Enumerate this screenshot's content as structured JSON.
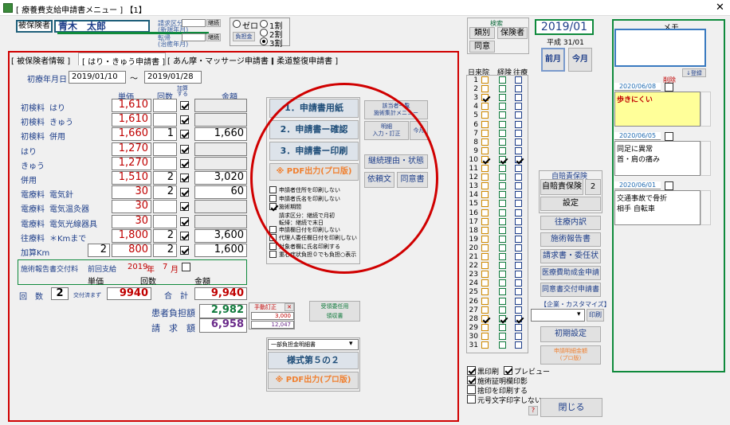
{
  "window": {
    "title": "[ 療養費支給申請書メニュー ]  【1】"
  },
  "header": {
    "insured_label": "被保険者",
    "insured_name": "青木　太郎",
    "billing_label": "請求区分",
    "billing_sub": "(新規年月)",
    "transfer_label": "転帰",
    "transfer_sub": "(治癒年月)",
    "keizoku1": "継続",
    "keizoku2": "継続",
    "ratio_options": [
      "ゼロ",
      "1割",
      "2割",
      "3割"
    ],
    "ratio_selected": "3割",
    "burden_btn": "負担金"
  },
  "search": {
    "title": "検索",
    "type_btn": "類別",
    "insured_btn": "保険者",
    "agree_btn": "同意"
  },
  "period": {
    "month": "2019/01",
    "heisei": "平成 31/01",
    "prev": "前月",
    "current": "今月"
  },
  "memo": {
    "title": "メモ",
    "register_btn": "↓登録",
    "delete_label": "削除",
    "entries": [
      {
        "date": "2020/06/08",
        "text": "歩きにくい",
        "highlight": true
      },
      {
        "date": "2020/06/05",
        "text": "同足に異常\n首・肩の痛み",
        "highlight": false
      },
      {
        "date": "2020/06/01",
        "text": "交通事故で骨折\n相手 自転車",
        "highlight": false
      }
    ]
  },
  "tabs": [
    {
      "label": "[ 被保険者情報 ]",
      "active": false
    },
    {
      "label": "[ はり・きゅう申請書 ]",
      "active": true
    },
    {
      "label": "[ あん摩・マッサージ申請書 ]",
      "active": false
    },
    {
      "label": "[ 柔道整復申請書 ]",
      "active": false
    }
  ],
  "form": {
    "first_date_label": "初療年月日",
    "first_date": "2019/01/10",
    "tilde": "〜",
    "end_date": "2019/01/28",
    "col_price": "単価",
    "col_count": "回数",
    "col_add": "加算する",
    "col_amount": "金額",
    "rows": [
      {
        "cat": "初検料",
        "name": "はり",
        "price": "1,610",
        "count": "",
        "checked": true,
        "amount": ""
      },
      {
        "cat": "初検料",
        "name": "きゅう",
        "price": "1,610",
        "count": "",
        "checked": true,
        "amount": ""
      },
      {
        "cat": "初検料",
        "name": "併用",
        "price": "1,660",
        "count": "1",
        "checked": true,
        "amount": "1,660"
      },
      {
        "cat": "はり",
        "name": "",
        "price": "1,270",
        "count": "",
        "checked": true,
        "amount": ""
      },
      {
        "cat": "きゅう",
        "name": "",
        "price": "1,270",
        "count": "",
        "checked": true,
        "amount": ""
      },
      {
        "cat": "併用",
        "name": "",
        "price": "1,510",
        "count": "2",
        "checked": true,
        "amount": "3,020"
      },
      {
        "cat": "電療料",
        "name": "電気針",
        "price": "30",
        "count": "2",
        "checked": true,
        "amount": "60"
      },
      {
        "cat": "電療料",
        "name": "電気温灸器",
        "price": "30",
        "count": "",
        "checked": true,
        "amount": ""
      },
      {
        "cat": "電療料",
        "name": "電気光線器具",
        "price": "30",
        "count": "",
        "checked": true,
        "amount": ""
      },
      {
        "cat": "往療料",
        "name": "＊Kmまで",
        "price": "1,800",
        "count": "2",
        "checked": true,
        "amount": "3,600"
      },
      {
        "cat": "加算Km",
        "name": "",
        "km": "2",
        "price": "800",
        "count": "2",
        "checked": true,
        "amount": "1,600"
      }
    ],
    "report": {
      "label": "施術報告書交付料",
      "prev_label": "前回支給",
      "year": "2019",
      "year_unit": "年",
      "month": "7",
      "month_unit": "月",
      "col_price": "単価",
      "col_count": "回数",
      "col_amount": "金額"
    },
    "total": {
      "count_label": "回　数",
      "count": "2",
      "note": "交付済まず",
      "subtotal": "9940",
      "total_label": "合　計",
      "total": "9,940"
    },
    "burden": {
      "patient_label": "患者負担額",
      "patient": "2,982",
      "billing_label": "請　求　額",
      "billing": "6,958",
      "manual_label": "手動訂正",
      "manual1": "3,000",
      "manual2": "12,047"
    },
    "receipt_btn": "受領委任用\n領収書"
  },
  "print": {
    "btn1": "1．申請書用紙",
    "btn2": "2．申請書ー確認",
    "btn3": "3．申請書ー印刷",
    "pdf_btn": "※ PDF出力(プロ版)",
    "options": [
      {
        "label": "申請者住所を印刷しない",
        "checked": false
      },
      {
        "label": "申請者氏名を印刷しない",
        "checked": false
      },
      {
        "label": "施術期間",
        "checked": true
      },
      {
        "label": "請求区分：継続で月初",
        "checked": null
      },
      {
        "label": "転帰：継続で末日",
        "checked": null
      },
      {
        "label": "申請欄日付を印刷しない",
        "checked": false
      },
      {
        "label": "代理人委任欄日付を印刷しない",
        "checked": false
      },
      {
        "label": "対象者欄に氏名印刷する",
        "checked": false
      },
      {
        "label": "重心症状負担０でも負担○表示",
        "checked": false
      }
    ],
    "ledger_btn": "該当者一覧\n施術集計メニュー",
    "detail_btn": "明細\n入力・訂正",
    "today_btn": "今月",
    "continue_btn": "継続理由・状態",
    "request_btn": "依頼文",
    "agree_btn": "同意書",
    "dropdown": "一部負担金明細書",
    "form52_btn": "様式第５の２",
    "pdf2_btn": "※ PDF出力(プロ版)"
  },
  "calendar": {
    "h_day": "日",
    "h_visit": "来院",
    "h_bill": "経険",
    "h_go": "往療",
    "days": [
      {
        "d": "1",
        "v": false,
        "b": false,
        "g": false
      },
      {
        "d": "2",
        "v": false,
        "b": false,
        "g": false
      },
      {
        "d": "3",
        "v": true,
        "b": false,
        "g": false
      },
      {
        "d": "4",
        "v": false,
        "b": false,
        "g": false
      },
      {
        "d": "5",
        "v": false,
        "b": false,
        "g": false
      },
      {
        "d": "6",
        "v": false,
        "b": false,
        "g": false
      },
      {
        "d": "7",
        "v": false,
        "b": false,
        "g": false
      },
      {
        "d": "8",
        "v": false,
        "b": false,
        "g": false
      },
      {
        "d": "9",
        "v": false,
        "b": false,
        "g": false
      },
      {
        "d": "10",
        "v": true,
        "b": true,
        "g": true
      },
      {
        "d": "11",
        "v": false,
        "b": false,
        "g": false
      },
      {
        "d": "12",
        "v": false,
        "b": false,
        "g": false
      },
      {
        "d": "13",
        "v": false,
        "b": false,
        "g": false
      },
      {
        "d": "14",
        "v": false,
        "b": false,
        "g": false
      },
      {
        "d": "15",
        "v": false,
        "b": false,
        "g": false
      },
      {
        "d": "16",
        "v": false,
        "b": false,
        "g": false
      },
      {
        "d": "17",
        "v": false,
        "b": false,
        "g": false
      },
      {
        "d": "18",
        "v": false,
        "b": false,
        "g": false
      },
      {
        "d": "19",
        "v": false,
        "b": false,
        "g": false
      },
      {
        "d": "20",
        "v": false,
        "b": false,
        "g": false
      },
      {
        "d": "21",
        "v": false,
        "b": false,
        "g": false
      },
      {
        "d": "22",
        "v": false,
        "b": false,
        "g": false
      },
      {
        "d": "23",
        "v": false,
        "b": false,
        "g": false
      },
      {
        "d": "24",
        "v": false,
        "b": false,
        "g": false
      },
      {
        "d": "25",
        "v": false,
        "b": false,
        "g": false
      },
      {
        "d": "26",
        "v": false,
        "b": false,
        "g": false
      },
      {
        "d": "27",
        "v": false,
        "b": false,
        "g": false
      },
      {
        "d": "28",
        "v": true,
        "b": true,
        "g": true
      },
      {
        "d": "29",
        "v": false,
        "b": false,
        "g": false
      },
      {
        "d": "30",
        "v": false,
        "b": false,
        "g": false
      },
      {
        "d": "31",
        "v": false,
        "b": false,
        "g": false
      }
    ]
  },
  "auto": {
    "title": "自賠責保険",
    "auto_btn": "自賠責保険",
    "count": "2",
    "setting_btn": "設定"
  },
  "side": {
    "b1": "往療内訳",
    "b2": "施術報告書",
    "b3": "請求書・委任状",
    "b4": "医療費助成金申請",
    "b5": "同意書交付申請書",
    "custom_label": "【企業・カスタマイズ】",
    "print_btn": "印刷",
    "init_btn": "初期設定",
    "pdf_btn": "申請明細金額\n(プロ版)"
  },
  "bottom": {
    "opt1": "黒印刷",
    "opt2": "プレビュー",
    "opt3": "施術証明欄印影",
    "opt4": "捨印を印刷する",
    "opt5": "元号文字印字しない",
    "help": "?",
    "close": "閉じる"
  }
}
